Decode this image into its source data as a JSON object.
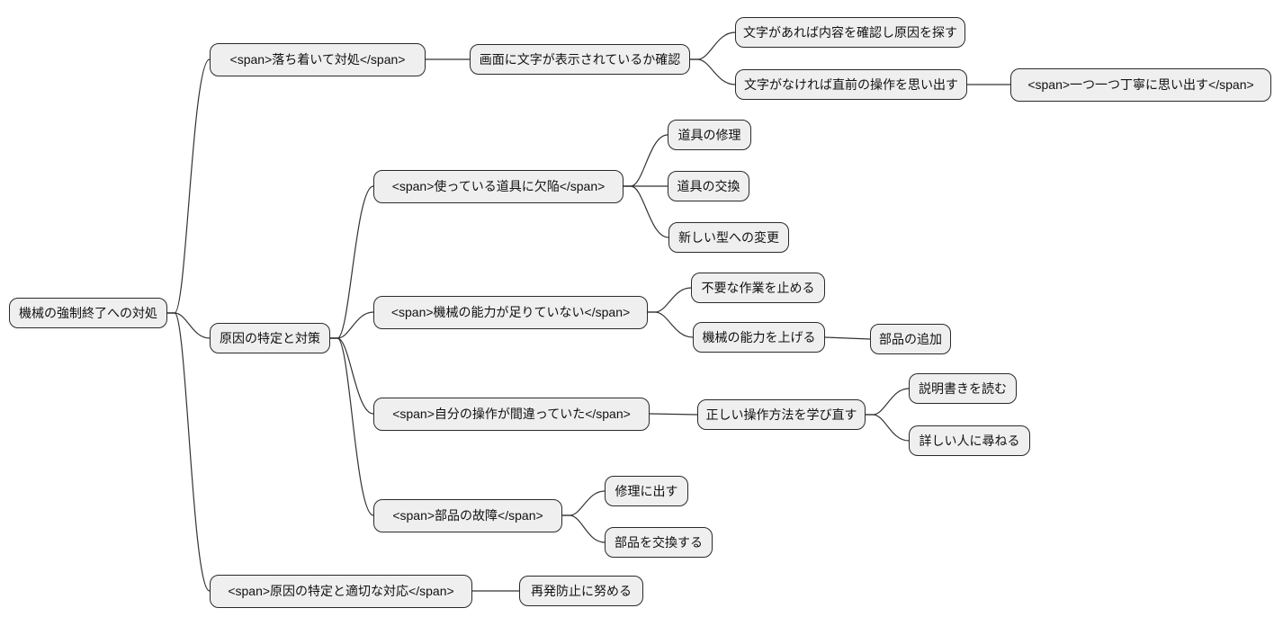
{
  "diagram": {
    "type": "mindmap",
    "colors": {
      "background": "#ffffff",
      "node_fill": "#efefef",
      "node_border": "#2a2a2a",
      "edge": "#333333",
      "text": "#111111"
    },
    "nodes": [
      {
        "id": "root",
        "parent": null,
        "label": "機械の強制終了への対処"
      },
      {
        "id": "ochitsuite",
        "parent": "root",
        "label": "<span>落ち着いて対処</span>"
      },
      {
        "id": "gamen-kakunin",
        "parent": "ochitsuite",
        "label": "画面に文字が表示されているか確認"
      },
      {
        "id": "moji-areba",
        "parent": "gamen-kakunin",
        "label": "文字があれば内容を確認し原因を探す"
      },
      {
        "id": "moji-nakereba",
        "parent": "gamen-kakunin",
        "label": "文字がなければ直前の操作を思い出す"
      },
      {
        "id": "hitotsu-hitotsu",
        "parent": "moji-nakereba",
        "label": "<span>一つ一つ丁寧に思い出す</span>"
      },
      {
        "id": "genin-taisaku",
        "parent": "root",
        "label": "原因の特定と対策"
      },
      {
        "id": "dougu-kekkan",
        "parent": "genin-taisaku",
        "label": "<span>使っている道具に欠陥</span>"
      },
      {
        "id": "dougu-shuri",
        "parent": "dougu-kekkan",
        "label": "道具の修理"
      },
      {
        "id": "dougu-koukan",
        "parent": "dougu-kekkan",
        "label": "道具の交換"
      },
      {
        "id": "atarashii-kata",
        "parent": "dougu-kekkan",
        "label": "新しい型への変更"
      },
      {
        "id": "nouryoku-fusoku",
        "parent": "genin-taisaku",
        "label": "<span>機械の能力が足りていない</span>"
      },
      {
        "id": "fuyou-sagyou",
        "parent": "nouryoku-fusoku",
        "label": "不要な作業を止める"
      },
      {
        "id": "nouryoku-ageru",
        "parent": "nouryoku-fusoku",
        "label": "機械の能力を上げる"
      },
      {
        "id": "buhin-tsuika",
        "parent": "nouryoku-ageru",
        "label": "部品の追加"
      },
      {
        "id": "sousa-machigai",
        "parent": "genin-taisaku",
        "label": "<span>自分の操作が間違っていた</span>"
      },
      {
        "id": "tadashii-sousa",
        "parent": "sousa-machigai",
        "label": "正しい操作方法を学び直す"
      },
      {
        "id": "setsumeisho",
        "parent": "tadashii-sousa",
        "label": "説明書きを読む"
      },
      {
        "id": "kuwashii-hito",
        "parent": "tadashii-sousa",
        "label": "詳しい人に尋ねる"
      },
      {
        "id": "buhin-koshou",
        "parent": "genin-taisaku",
        "label": "<span>部品の故障</span>"
      },
      {
        "id": "shuri-dasu",
        "parent": "buhin-koshou",
        "label": "修理に出す"
      },
      {
        "id": "buhin-koukan",
        "parent": "buhin-koshou",
        "label": "部品を交換する"
      },
      {
        "id": "tekisetsu-taiou",
        "parent": "root",
        "label": "<span>原因の特定と適切な対応</span>"
      },
      {
        "id": "saihatsu-boushi",
        "parent": "tekisetsu-taiou",
        "label": "再発防止に努める"
      }
    ]
  }
}
